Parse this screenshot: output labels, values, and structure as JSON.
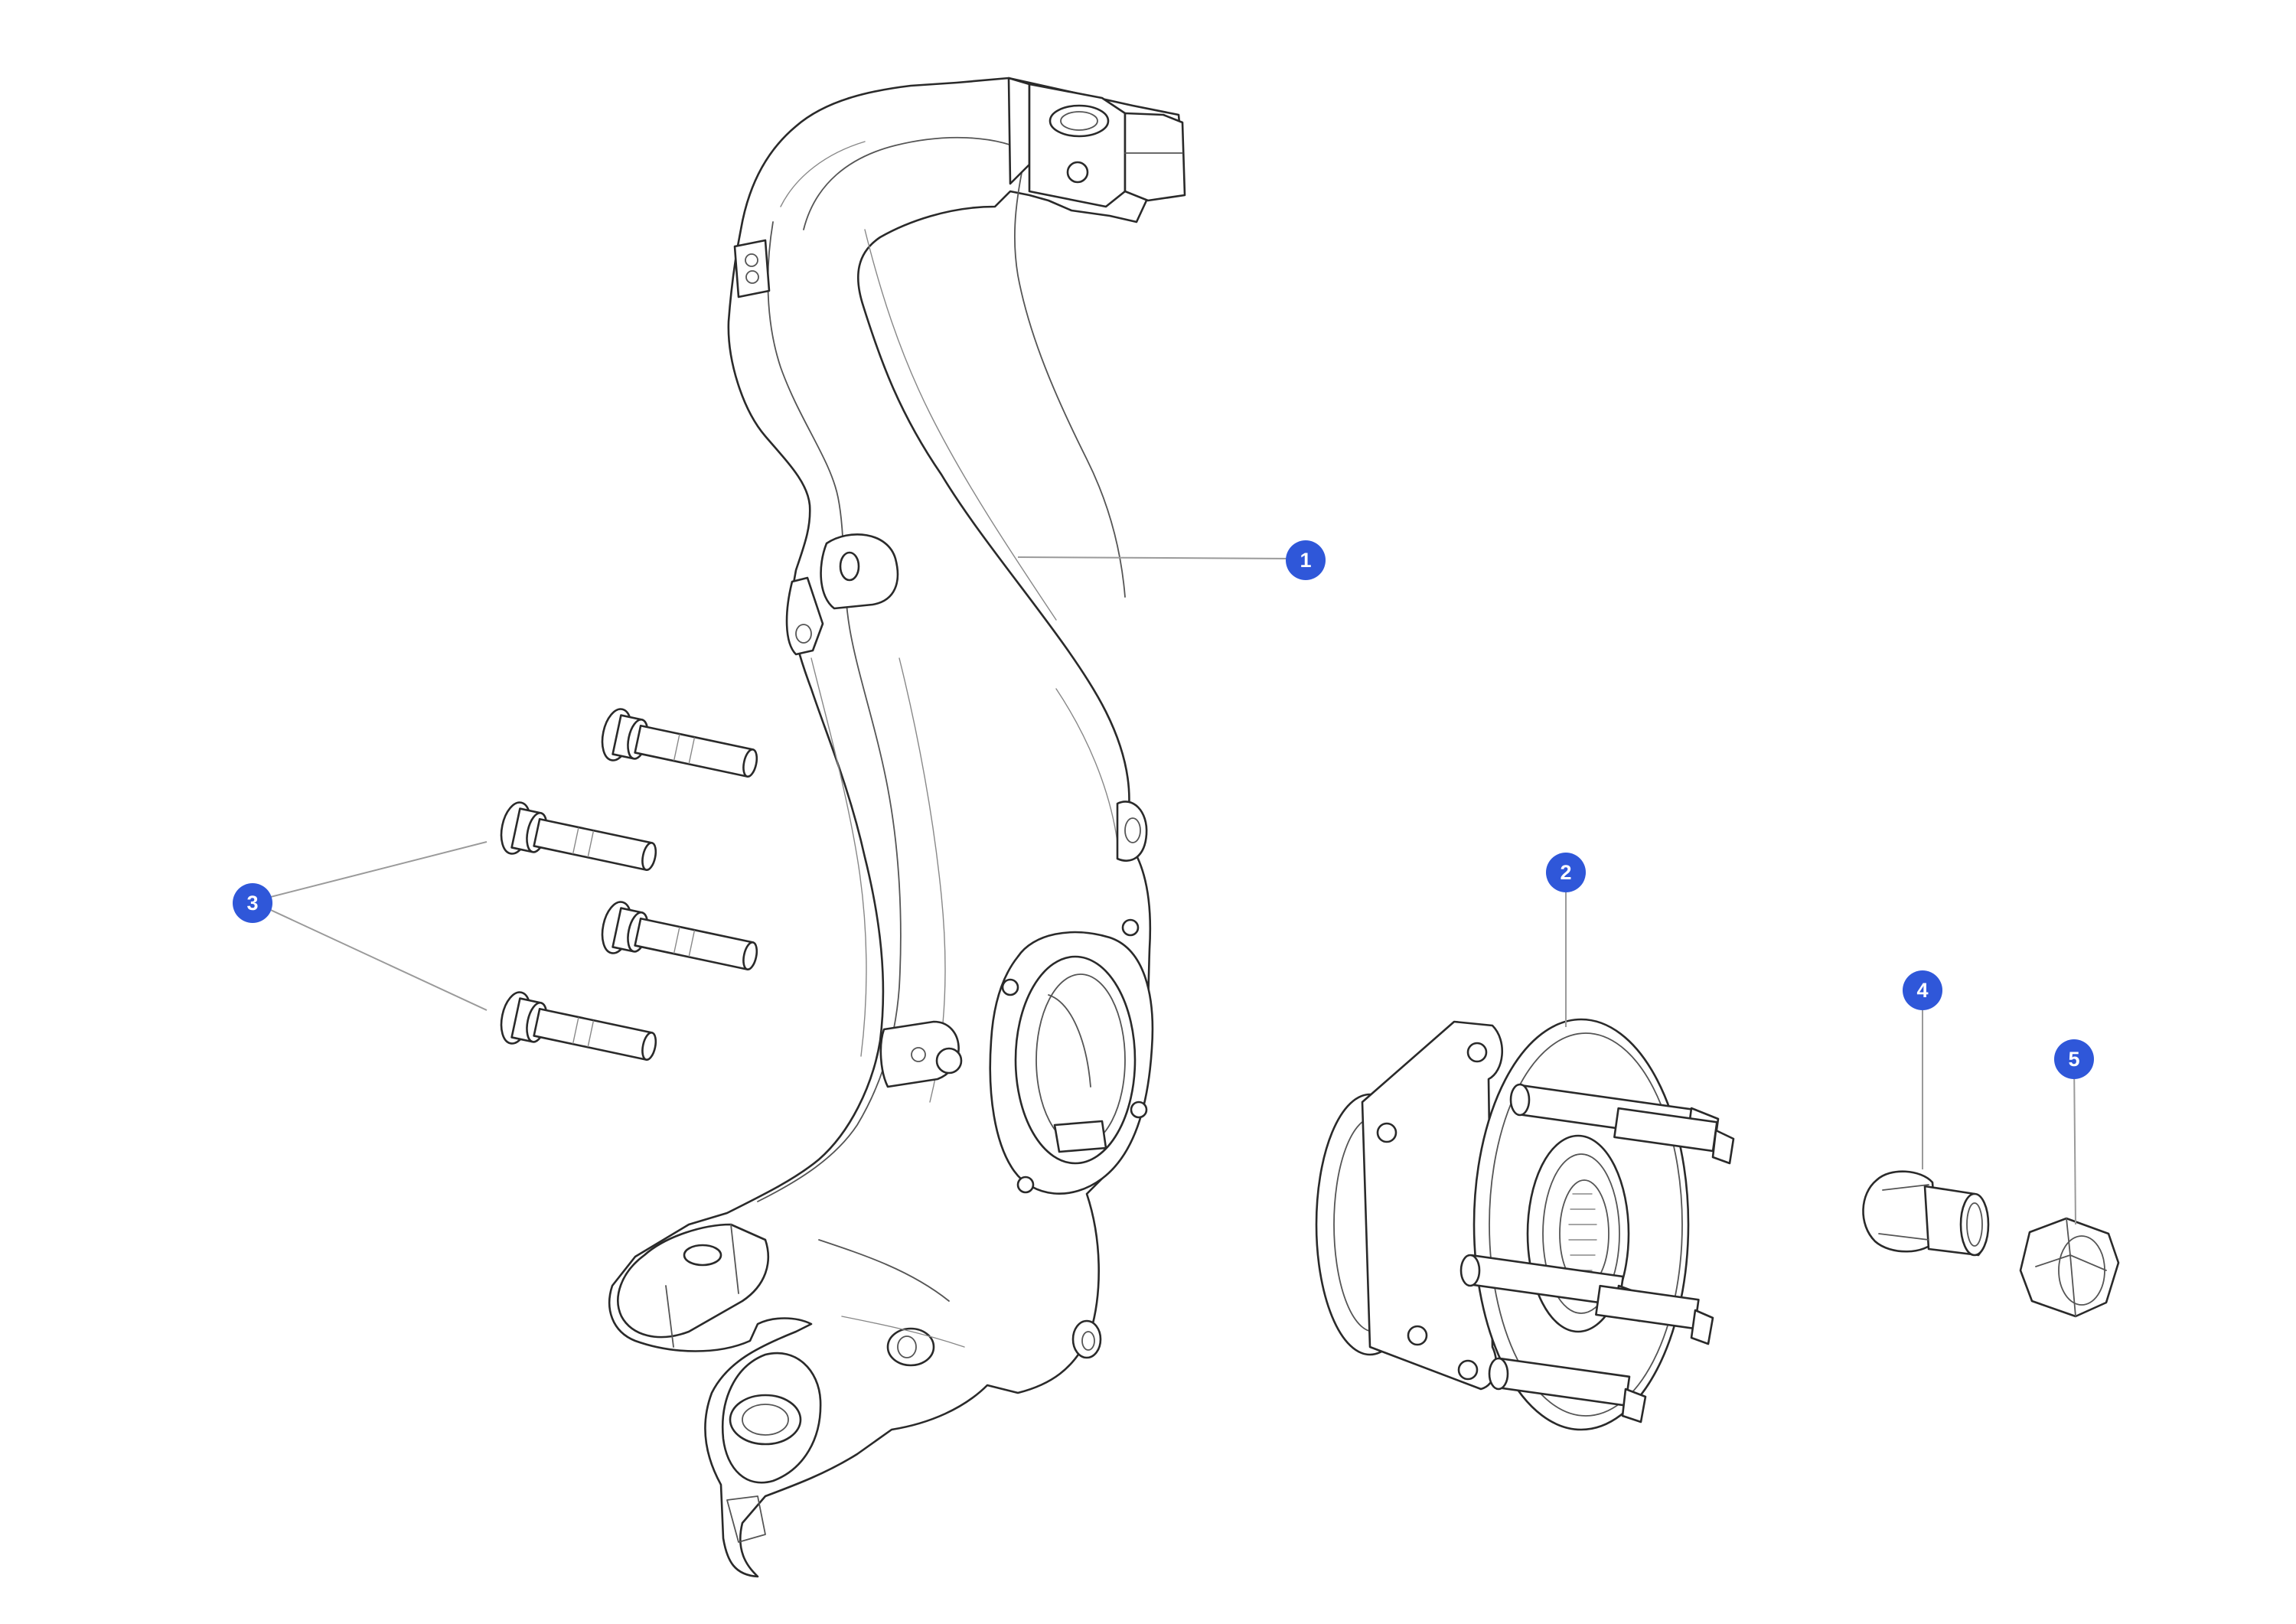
{
  "diagram": {
    "type": "exploded-parts-diagram",
    "accent_color": "#2f57d9",
    "parts": [
      {
        "id": "knuckle",
        "icon": "steering-knuckle",
        "callout": "1"
      },
      {
        "id": "hub-assembly",
        "icon": "wheel-hub-bearing",
        "callout": "2"
      },
      {
        "id": "bolts",
        "icon": "flange-bolt",
        "callout": "3"
      },
      {
        "id": "hub-nut",
        "icon": "axle-nut",
        "callout": "4"
      },
      {
        "id": "cap",
        "icon": "dust-cap",
        "callout": "5"
      }
    ]
  }
}
